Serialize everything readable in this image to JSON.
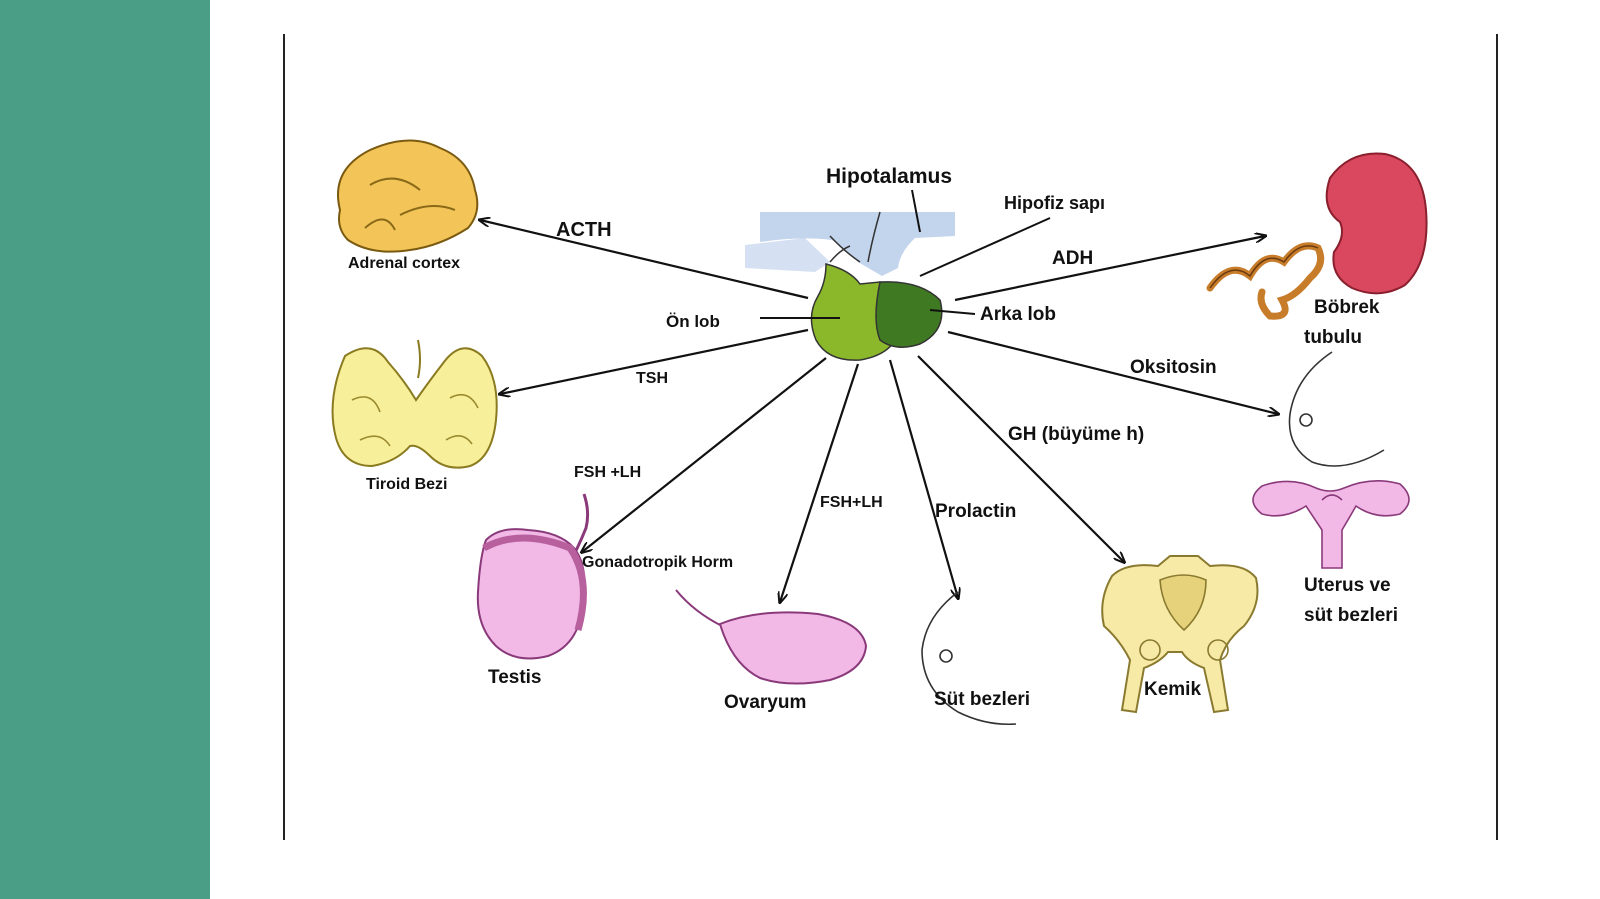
{
  "colors": {
    "side_band": "#4a9e85",
    "gland_anterior": "#8bb82a",
    "gland_posterior": "#3f7a22",
    "hypothalamus": "#b9cdea",
    "adrenal": "#f3c458",
    "thyroid": "#f7ef9a",
    "kidney": "#d9485e",
    "testis": "#f2b9e6",
    "ovary": "#f2b9e6",
    "bone": "#f7eaa6",
    "arrow": "#111111"
  },
  "diagram": {
    "hypothalamus": "Hipotalamus",
    "stalk": "Hipofiz sapı",
    "anterior_lobe": "Ön lob",
    "posterior_lobe": "Arka lob",
    "hormones": {
      "acth": "ACTH",
      "adh": "ADH",
      "tsh": "TSH",
      "oxytocin": "Oksitosin",
      "gh": "GH (büyüme h)",
      "fsh_lh_testis": "FSH +LH",
      "fsh_lh_ovary": "FSH+LH",
      "gonadotropic": "Gonadotropik Horm",
      "prolactin": "Prolactin"
    },
    "targets": {
      "adrenal": "Adrenal cortex",
      "kidney_line1": "Böbrek",
      "kidney_line2": "tubulu",
      "thyroid": "Tiroid Bezi",
      "testis": "Testis",
      "ovary": "Ovaryum",
      "breast": "Süt bezleri",
      "bone": "Kemik",
      "uterus_line1": "Uterus ve",
      "uterus_line2": "süt bezleri"
    }
  }
}
